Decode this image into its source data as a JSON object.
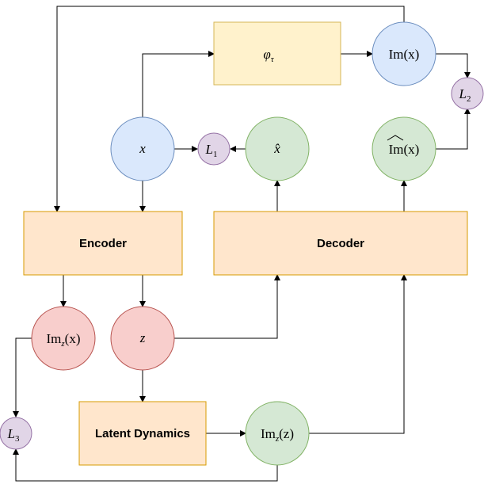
{
  "diagram": {
    "nodes": {
      "phi": {
        "symbol": "φ",
        "subscript": "τ"
      },
      "im_x": {
        "text": "Im(x)"
      },
      "l2": {
        "symbol": "L",
        "subscript": "2"
      },
      "x": {
        "text": "x"
      },
      "l1": {
        "symbol": "L",
        "subscript": "1"
      },
      "x_hat": {
        "text": "x̂"
      },
      "im_hat": {
        "text": "Im(x)"
      },
      "encoder": {
        "label": "Encoder"
      },
      "decoder": {
        "label": "Decoder"
      },
      "im_z_x": {
        "text": "Im",
        "subscript": "z",
        "arg": "(x)"
      },
      "z": {
        "text": "z"
      },
      "l3": {
        "symbol": "L",
        "subscript": "3"
      },
      "latent": {
        "label": "Latent Dynamics"
      },
      "im_z_z": {
        "text": "Im",
        "subscript": "z",
        "arg": "(z)"
      }
    },
    "colors": {
      "yellow_fill": "#fff2cc",
      "yellow_stroke": "#d6b656",
      "blue_fill": "#dae8fc",
      "blue_stroke": "#6c8ebf",
      "purple_fill": "#e1d5e7",
      "purple_stroke": "#9673a6",
      "green_fill": "#d5e8d4",
      "green_stroke": "#82b366",
      "orange_fill": "#ffe6cc",
      "orange_stroke": "#d79b00",
      "red_fill": "#f8cecc",
      "red_stroke": "#b85450"
    }
  }
}
